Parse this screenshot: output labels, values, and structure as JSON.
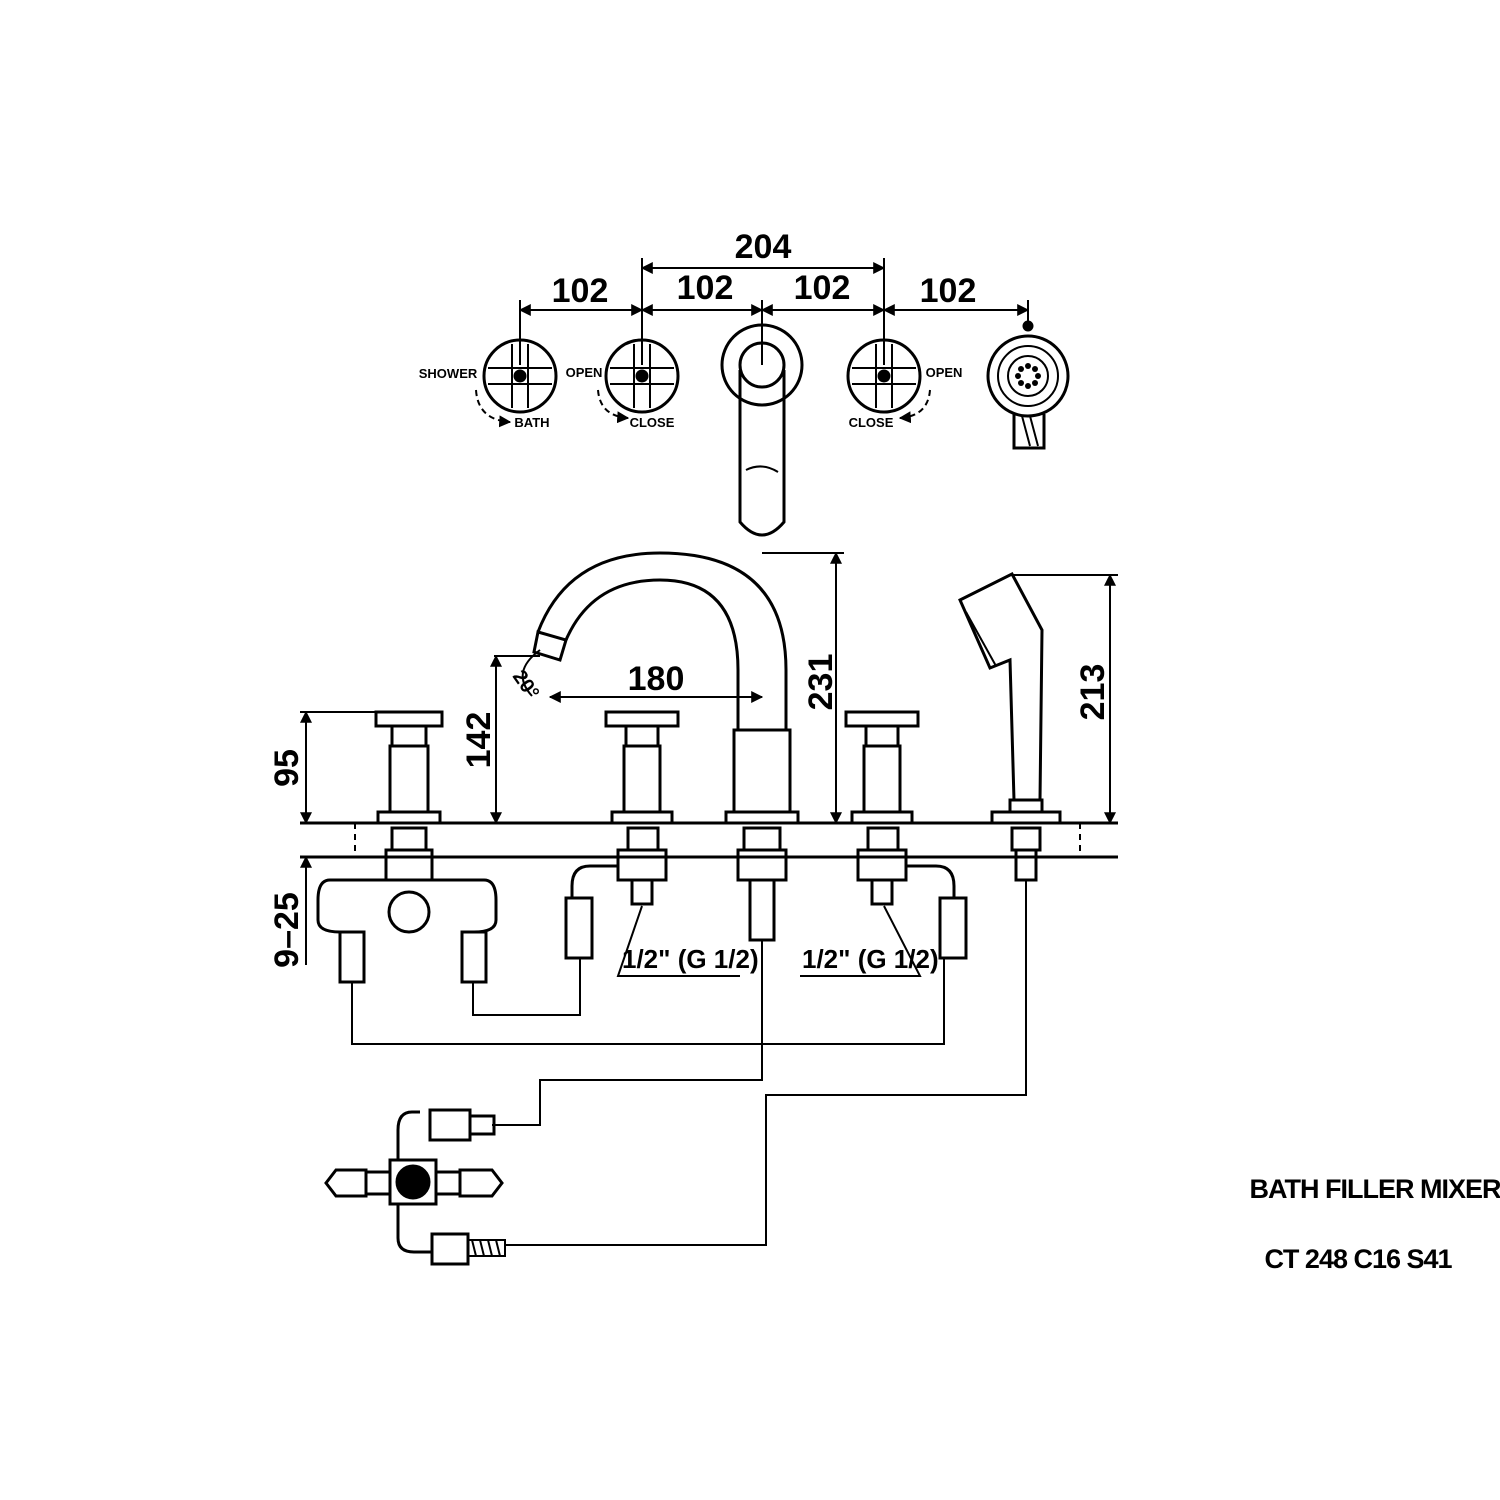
{
  "title": "BATH FILLER MIXER",
  "model": "CT 248 C16 S41",
  "top_view": {
    "dim_total": "204",
    "dim_segments": [
      "102",
      "102",
      "102",
      "102"
    ],
    "labels": {
      "shower": "SHOWER",
      "bath": "BATH",
      "open_left": "OPEN",
      "close_left": "CLOSE",
      "close_right": "CLOSE",
      "open_right": "OPEN"
    }
  },
  "front_view": {
    "dim_handle_height": "95",
    "dim_deck_thickness": "9–25",
    "dim_spout_outlet_height": "142",
    "dim_spout_reach": "180",
    "dim_spout_height": "231",
    "dim_handshower_height": "213",
    "spout_angle": "20°",
    "thread_left": "1/2\" (G 1/2)",
    "thread_right": "1/2\" (G 1/2)"
  },
  "colors": {
    "ink": "#000000",
    "background": "#ffffff"
  }
}
